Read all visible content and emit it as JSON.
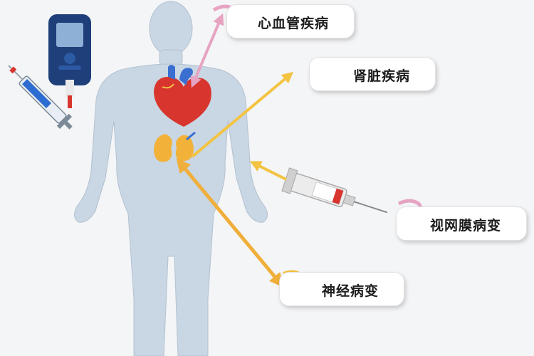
{
  "labels": {
    "cardiovascular": "心血管疾病",
    "kidney": "肾脏疾病",
    "retinopathy": "视网膜病变",
    "neuropathy": "神经病变"
  },
  "colors": {
    "background": "#f4f5f7",
    "body": "#c9d6e3",
    "cardio_arrow": "#e7a3c2",
    "yellow_arrow": "#f3c342",
    "orange_arrow": "#f0ae3a",
    "heart": "#d7352d",
    "kidney": "#f2b23a"
  },
  "icons": [
    "glucose-meter-icon",
    "insulin-syringe-icon",
    "heart-icon",
    "kidney-icon",
    "syringe-icon",
    "blood-vessel-icon",
    "nerve-icon"
  ]
}
